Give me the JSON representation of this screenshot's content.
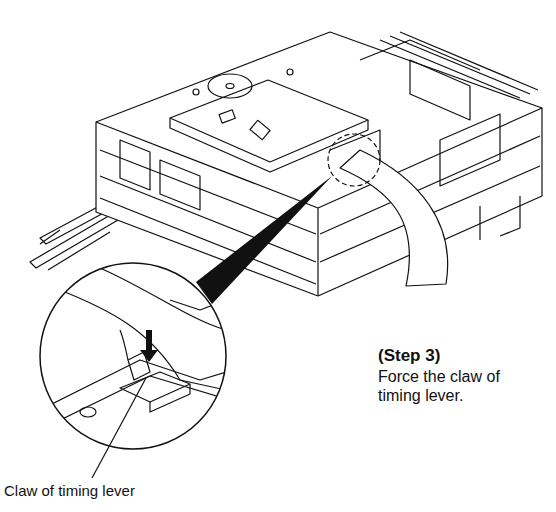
{
  "diagram": {
    "labels": [
      "(Step 3)",
      "Force the claw of timing lever.",
      "Claw of timing lever"
    ]
  }
}
